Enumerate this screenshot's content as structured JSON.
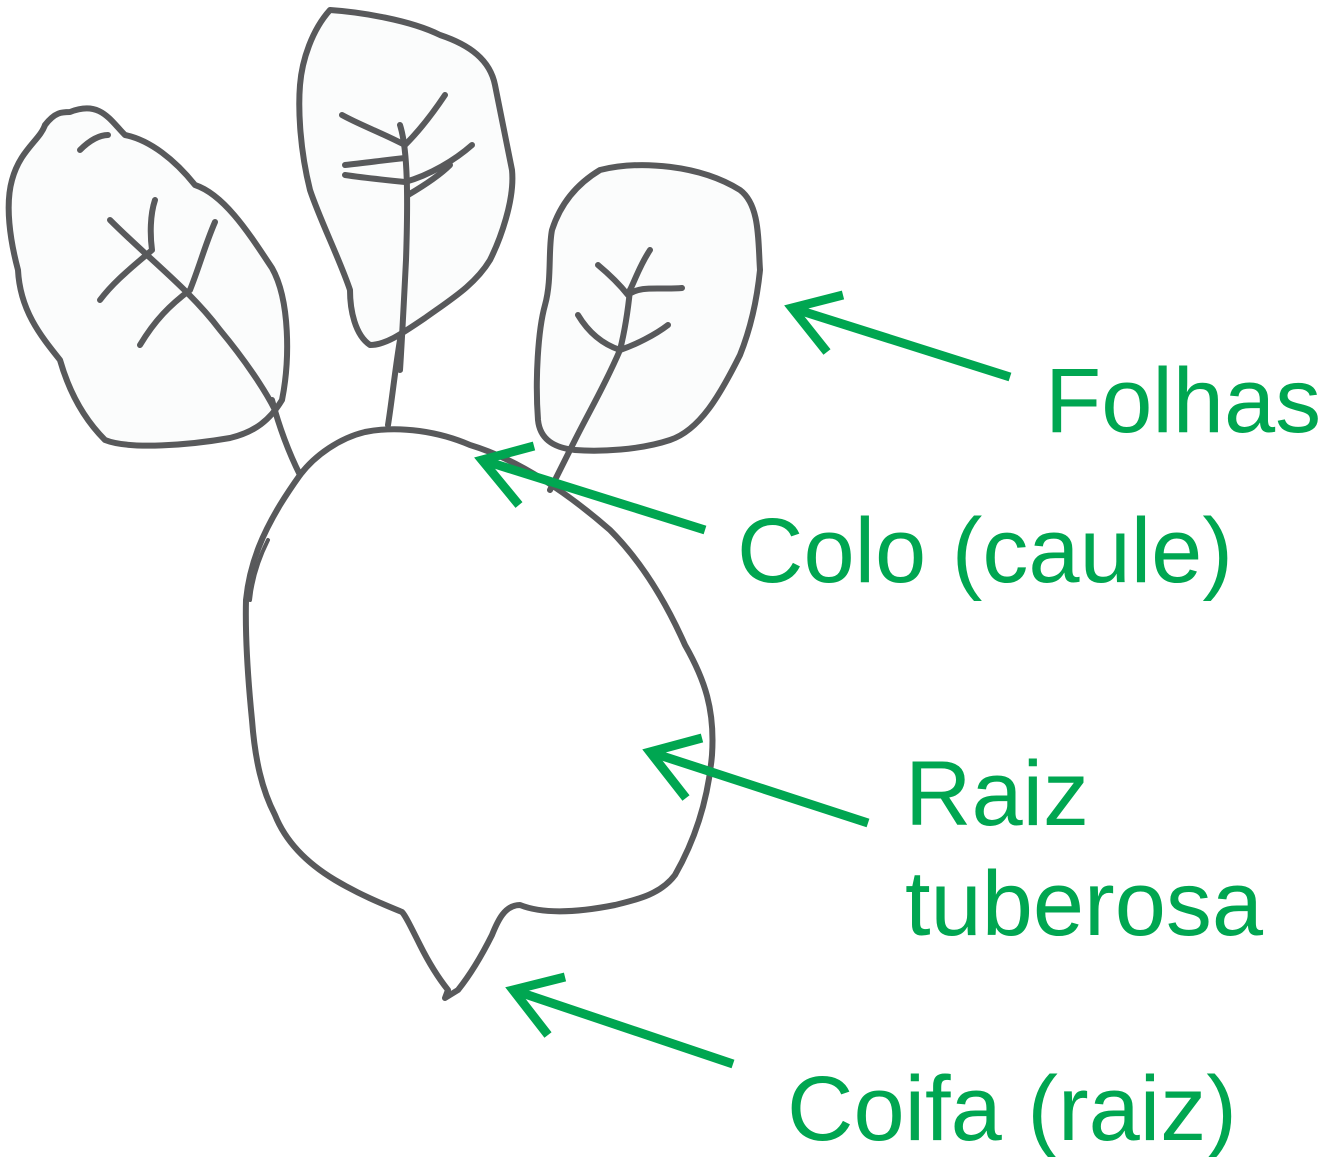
{
  "colors": {
    "label": "#00a651",
    "outline": "#58595b",
    "leaf_fill": "#fbfcfc",
    "background": "#ffffff"
  },
  "labels": {
    "folhas": "Folhas",
    "colo": "Colo (caule)",
    "raiz_line1": "Raiz",
    "raiz_line2": "tuberosa",
    "coifa": "Coifa (raiz)"
  }
}
